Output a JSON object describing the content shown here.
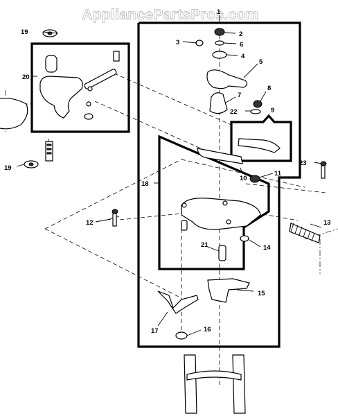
{
  "watermark": "AppliancePartsPros.com",
  "callouts": [
    "1",
    "2",
    "3",
    "4",
    "5",
    "6",
    "7",
    "8",
    "9",
    "10",
    "11",
    "12",
    "13",
    "14",
    "15",
    "16",
    "17",
    "18",
    "19",
    "19",
    "20",
    "21",
    "22",
    "23"
  ]
}
